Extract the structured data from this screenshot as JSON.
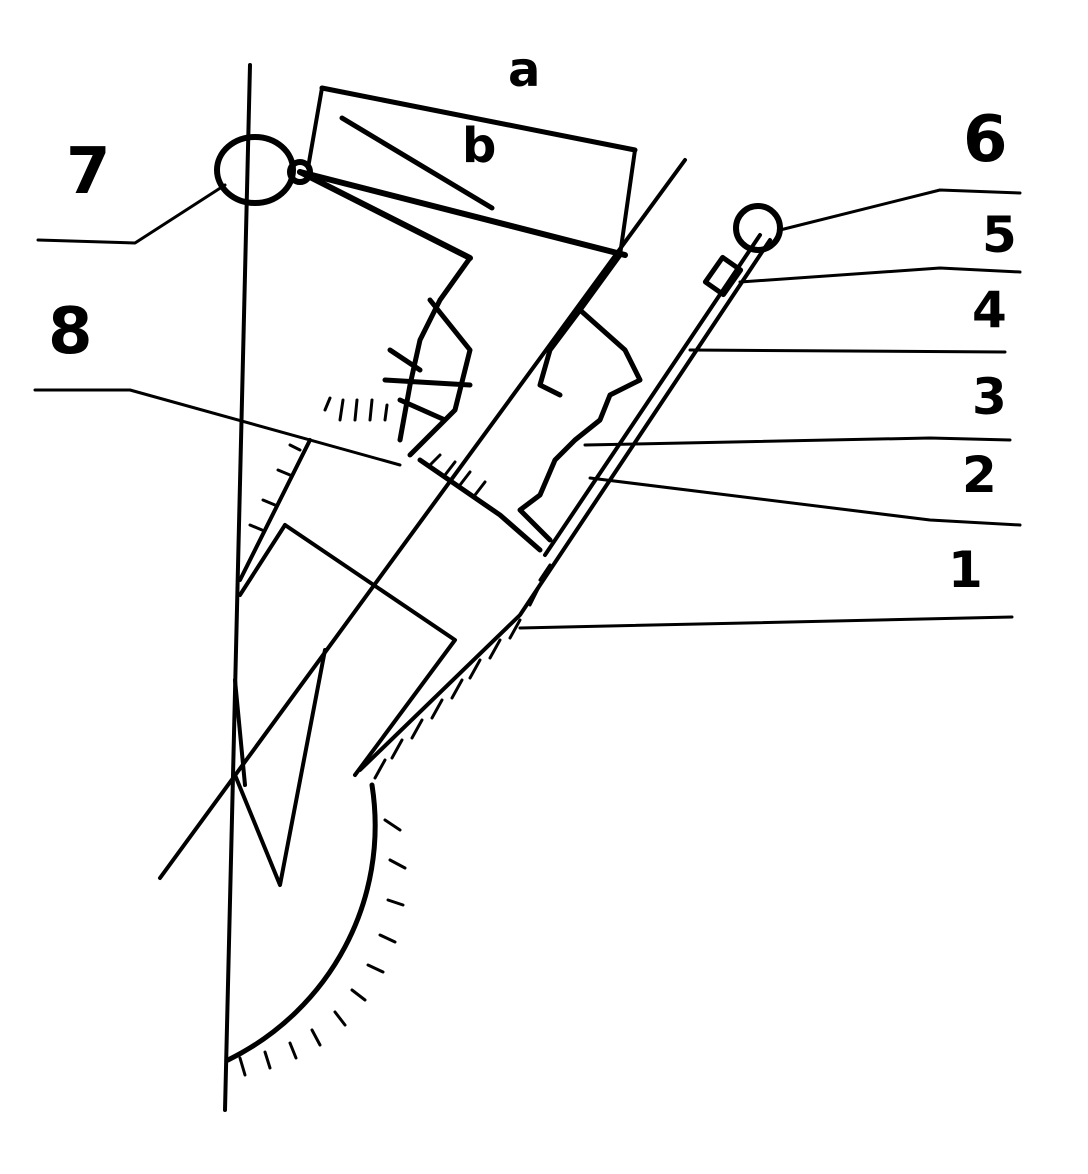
{
  "labels": {
    "a": "a",
    "b": "b",
    "n1": "1",
    "n2": "2",
    "n3": "3",
    "n4": "4",
    "n5": "5",
    "n6": "6",
    "n7": "7",
    "n8": "8"
  },
  "colors": {
    "ink": "#000000",
    "paper": "#ffffff"
  }
}
